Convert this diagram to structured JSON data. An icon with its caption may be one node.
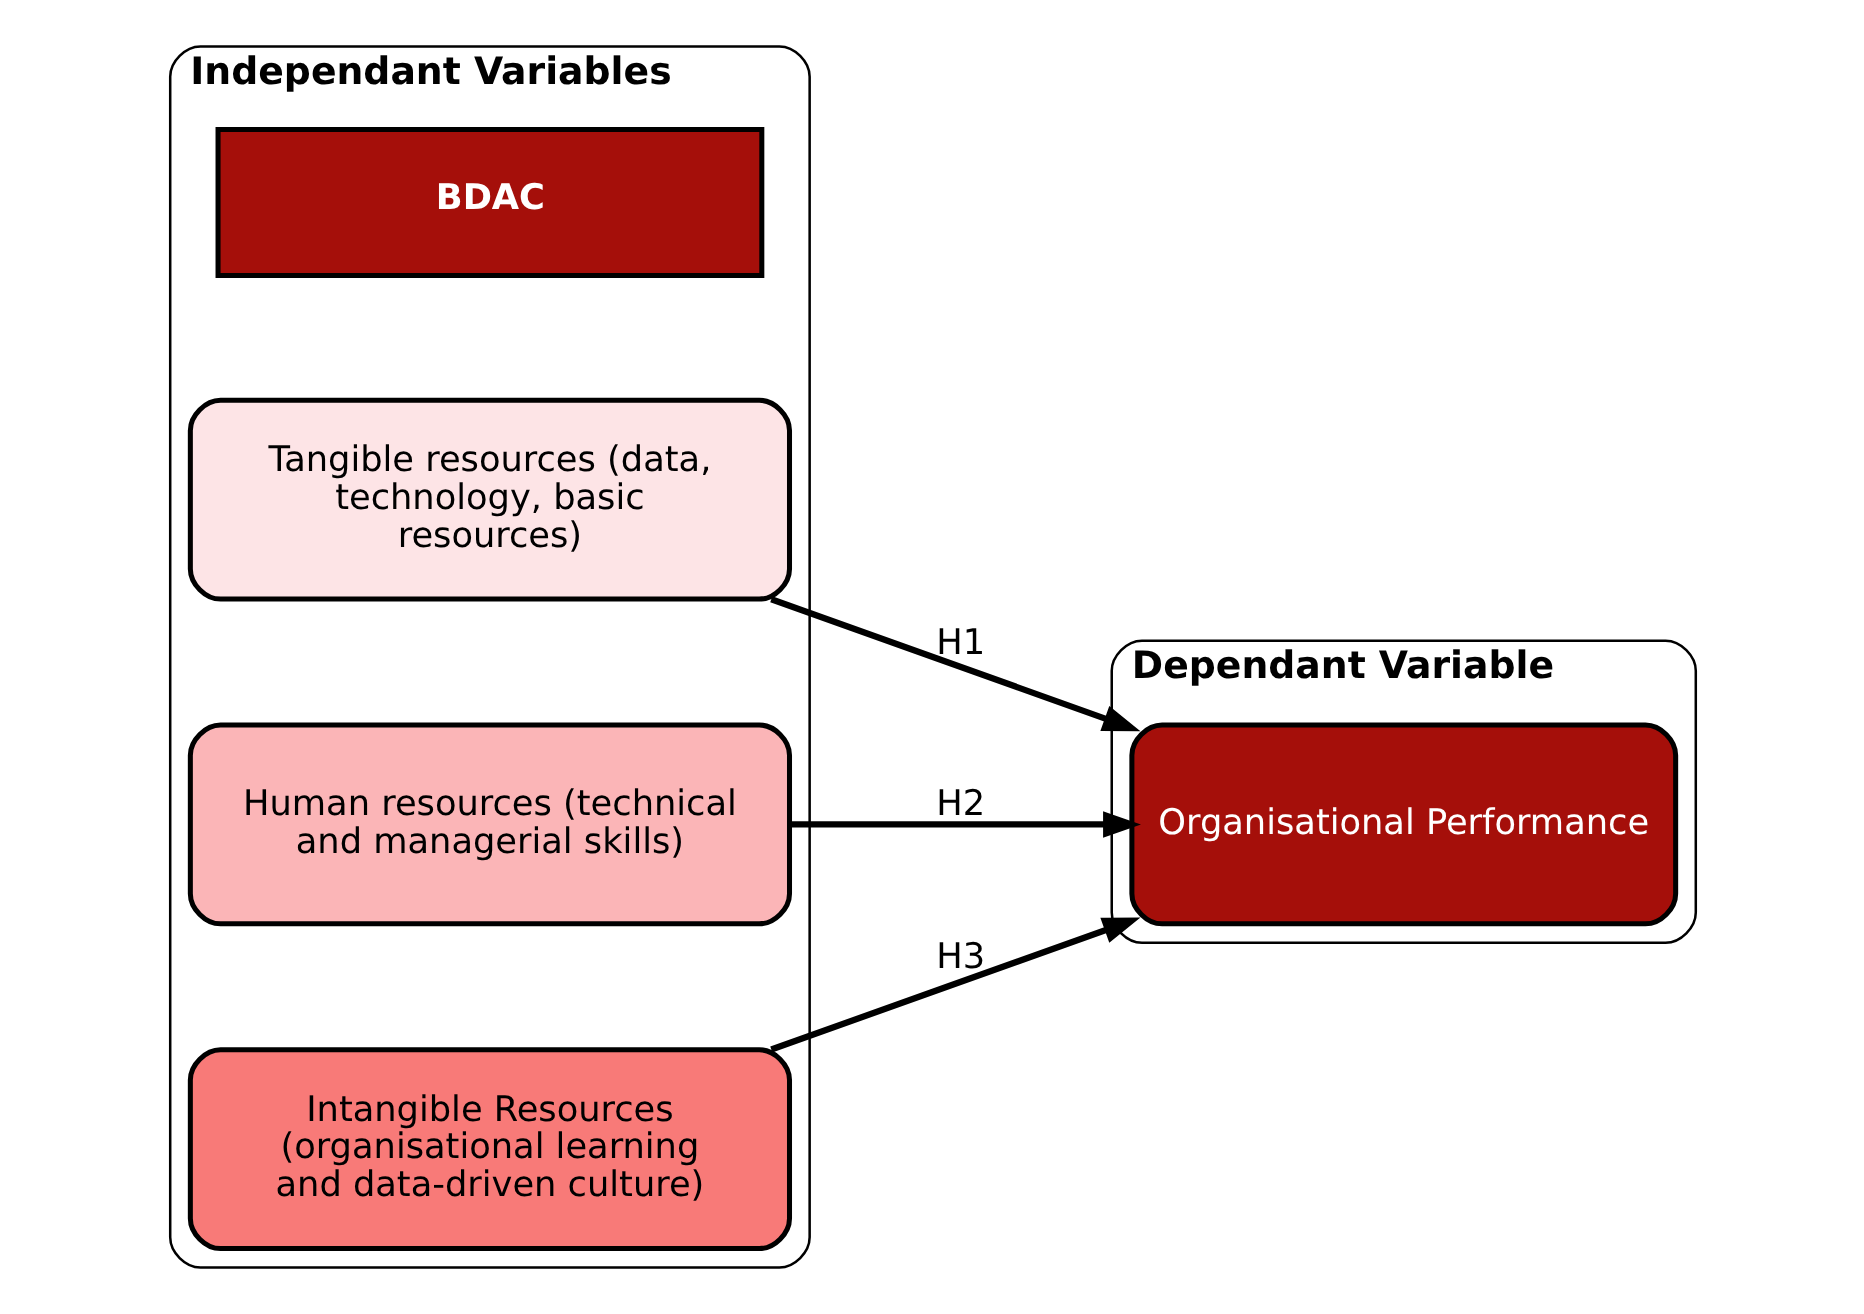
{
  "diagram": {
    "nodes": [
      {
        "text": [
          "Independant Variables"
        ]
      },
      {
        "text": [
          "BDAC"
        ],
        "in": 0
      },
      {
        "text": [
          "Tangible resources (data, technology, basic resources)"
        ],
        "in": 0
      },
      {
        "text": [
          "Human resources (technical and managerial skills)"
        ],
        "in": 0
      },
      {
        "text": [
          "Intangible Resources (organisational learning and data-driven culture)"
        ],
        "in": 0
      },
      {
        "text": [
          "Dependant Variable"
        ]
      },
      {
        "text": [
          "Organisational Performance"
        ],
        "in": 5
      }
    ],
    "edges": [
      {
        "from": 2,
        "to": 6,
        "arrow": "to",
        "label": "H1"
      },
      {
        "from": 3,
        "to": 6,
        "arrow": "to",
        "label": "H2"
      },
      {
        "from": 4,
        "to": 6,
        "arrow": "to",
        "label": "H3"
      }
    ]
  }
}
